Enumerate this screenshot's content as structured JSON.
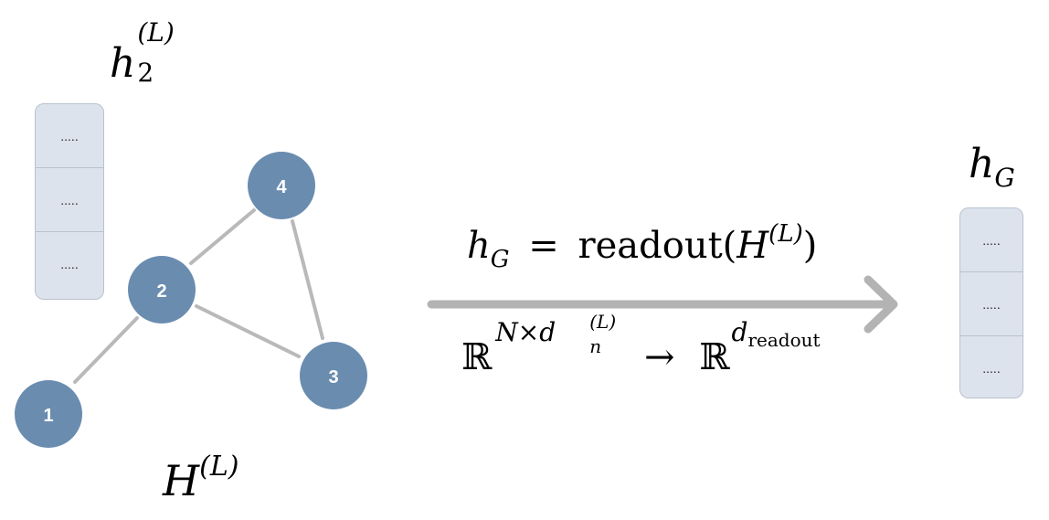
{
  "node_vector": {
    "label_base": "h",
    "label_sub": "2",
    "label_sup": "(L)",
    "cells": [
      ".....",
      ".....",
      "....."
    ]
  },
  "graph": {
    "nodes": [
      "1",
      "2",
      "3",
      "4"
    ],
    "node_color": "#6a8caf",
    "edge_color": "#b9b9b9",
    "label_base": "H",
    "label_sup": "(L)"
  },
  "formula": {
    "lhs_base": "h",
    "lhs_sub": "G",
    "equals": "=",
    "func": "readout(",
    "arg_base": "H",
    "arg_sup": "(L)",
    "close": ")"
  },
  "dims": {
    "domain_R": "ℝ",
    "domain_exp_main": "N×d",
    "domain_exp_sub": "n",
    "domain_exp_sup": "(L)",
    "arrow": "→",
    "codomain_R": "ℝ",
    "codomain_exp_main": "d",
    "codomain_exp_sub": "readout"
  },
  "arrow_color": "#b3b3b3",
  "graph_vector": {
    "label_base": "h",
    "label_sub": "G",
    "cells": [
      ".....",
      ".....",
      "....."
    ]
  }
}
